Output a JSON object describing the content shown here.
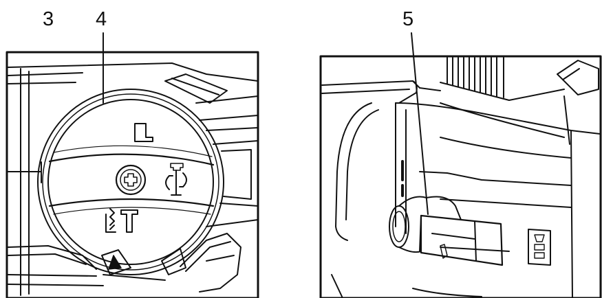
{
  "callouts": {
    "left_a": "3",
    "left_b": "4",
    "right_a": "5"
  },
  "colors": {
    "line": "#111111",
    "background": "#ffffff"
  },
  "icons": {
    "mode_chisel": "chisel-mode-icon",
    "mode_rotation": "rotation-mode-icon",
    "mode_hammer_drill": "hammer-drill-mode-icon",
    "center_screw": "phillips-screw-icon",
    "indicator": "triangle-indicator-icon",
    "lever_icon": "drill-bit-icon"
  }
}
